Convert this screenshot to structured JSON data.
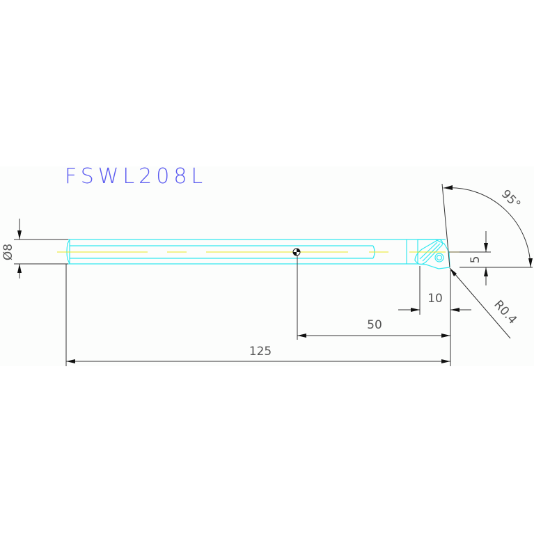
{
  "drawing": {
    "title": "FSWL208L",
    "colors": {
      "title": "#5b5bf0",
      "tool_outline": "#33e8f0",
      "center_line": "#e8e820",
      "dimension": "#333333",
      "background": "#fcfdfc"
    },
    "dimensions": {
      "diameter": "Ø8",
      "diameter_symbol": "ø",
      "diameter_value": "8",
      "overall_length": "125",
      "gauge_length": "50",
      "head_offset": "10",
      "tip_height": "5",
      "corner_radius": "R0.4",
      "angle": "95°"
    }
  }
}
